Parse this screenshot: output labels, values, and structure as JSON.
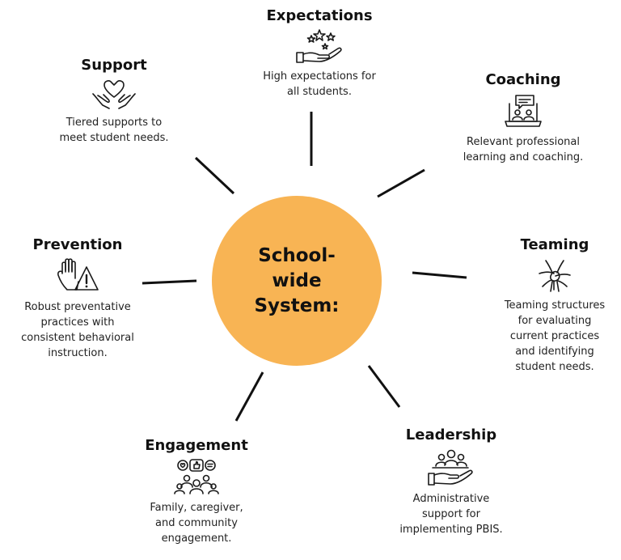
{
  "hub": {
    "title": "School-wide\nSystem:",
    "color": "#f8b454"
  },
  "nodes": {
    "expectations": {
      "title": "Expectations",
      "icon": "hand-stars-icon",
      "desc": "High expectations for\nall students."
    },
    "coaching": {
      "title": "Coaching",
      "icon": "laptop-meeting-icon",
      "desc": "Relevant professional\nlearning and coaching."
    },
    "teaming": {
      "title": "Teaming",
      "icon": "stacked-hands-icon",
      "desc": "Teaming structures\nfor evaluating\ncurrent practices\nand identifying\nstudent needs."
    },
    "leadership": {
      "title": "Leadership",
      "icon": "hand-group-icon",
      "desc": "Administrative\nsupport for\nimplementing PBIS."
    },
    "engagement": {
      "title": "Engagement",
      "icon": "community-feedback-icon",
      "desc": "Family, caregiver,\nand community\nengagement."
    },
    "prevention": {
      "title": "Prevention",
      "icon": "hand-warning-icon",
      "desc": "Robust preventative\npractices with\nconsistent behavioral\ninstruction."
    },
    "support": {
      "title": "Support",
      "icon": "hands-heart-icon",
      "desc": "Tiered supports to\nmeet student needs."
    }
  }
}
